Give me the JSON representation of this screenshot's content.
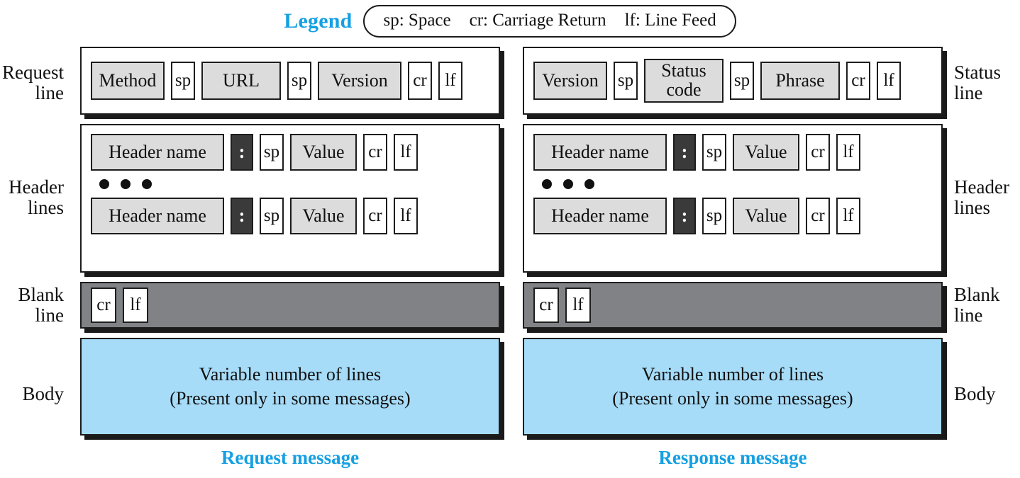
{
  "legend": {
    "title": "Legend",
    "entries": [
      "sp: Space",
      "cr: Carriage Return",
      "lf: Line Feed"
    ]
  },
  "colors": {
    "accent": "#14a0e2",
    "field_fill": "#dcdcdc",
    "blank_line_fill": "#808286",
    "body_fill": "#a6dcf8",
    "colon_fill": "#3a3a3a",
    "outline": "#1d1d1d"
  },
  "request": {
    "caption": "Request message",
    "labels": {
      "start_line": "Request\nline",
      "header_lines": "Header\nlines",
      "blank_line": "Blank\nline",
      "body": "Body"
    },
    "start_line": {
      "fields": [
        {
          "text": "Method",
          "style": "filled"
        },
        {
          "text": "sp",
          "style": "plain"
        },
        {
          "text": "URL",
          "style": "filled"
        },
        {
          "text": "sp",
          "style": "plain"
        },
        {
          "text": "Version",
          "style": "filled"
        },
        {
          "text": "cr",
          "style": "plain"
        },
        {
          "text": "lf",
          "style": "plain"
        }
      ]
    },
    "header_lines": {
      "first": [
        {
          "text": "Header name",
          "style": "filled"
        },
        {
          "text": ":",
          "style": "colon"
        },
        {
          "text": "sp",
          "style": "plain"
        },
        {
          "text": "Value",
          "style": "filled"
        },
        {
          "text": "cr",
          "style": "plain"
        },
        {
          "text": "lf",
          "style": "plain"
        }
      ],
      "ellipsis": "• • •",
      "last": [
        {
          "text": "Header name",
          "style": "filled"
        },
        {
          "text": ":",
          "style": "colon"
        },
        {
          "text": "sp",
          "style": "plain"
        },
        {
          "text": "Value",
          "style": "filled"
        },
        {
          "text": "cr",
          "style": "plain"
        },
        {
          "text": "lf",
          "style": "plain"
        }
      ]
    },
    "blank_line": {
      "fields": [
        {
          "text": "cr",
          "style": "plain"
        },
        {
          "text": "lf",
          "style": "plain"
        }
      ]
    },
    "body": {
      "line1": "Variable number of lines",
      "line2": "(Present only in some messages)"
    }
  },
  "response": {
    "caption": "Response message",
    "labels": {
      "start_line": "Status\nline",
      "header_lines": "Header\nlines",
      "blank_line": "Blank\nline",
      "body": "Body"
    },
    "start_line": {
      "fields": [
        {
          "text": "Version",
          "style": "filled"
        },
        {
          "text": "sp",
          "style": "plain"
        },
        {
          "text": "Status code",
          "style": "filled"
        },
        {
          "text": "sp",
          "style": "plain"
        },
        {
          "text": "Phrase",
          "style": "filled"
        },
        {
          "text": "cr",
          "style": "plain"
        },
        {
          "text": "lf",
          "style": "plain"
        }
      ]
    },
    "header_lines": {
      "first": [
        {
          "text": "Header name",
          "style": "filled"
        },
        {
          "text": ":",
          "style": "colon"
        },
        {
          "text": "sp",
          "style": "plain"
        },
        {
          "text": "Value",
          "style": "filled"
        },
        {
          "text": "cr",
          "style": "plain"
        },
        {
          "text": "lf",
          "style": "plain"
        }
      ],
      "ellipsis": "• • •",
      "last": [
        {
          "text": "Header name",
          "style": "filled"
        },
        {
          "text": ":",
          "style": "colon"
        },
        {
          "text": "sp",
          "style": "plain"
        },
        {
          "text": "Value",
          "style": "filled"
        },
        {
          "text": "cr",
          "style": "plain"
        },
        {
          "text": "lf",
          "style": "plain"
        }
      ]
    },
    "blank_line": {
      "fields": [
        {
          "text": "cr",
          "style": "plain"
        },
        {
          "text": "lf",
          "style": "plain"
        }
      ]
    },
    "body": {
      "line1": "Variable number of lines",
      "line2": "(Present only in some messages)"
    }
  }
}
